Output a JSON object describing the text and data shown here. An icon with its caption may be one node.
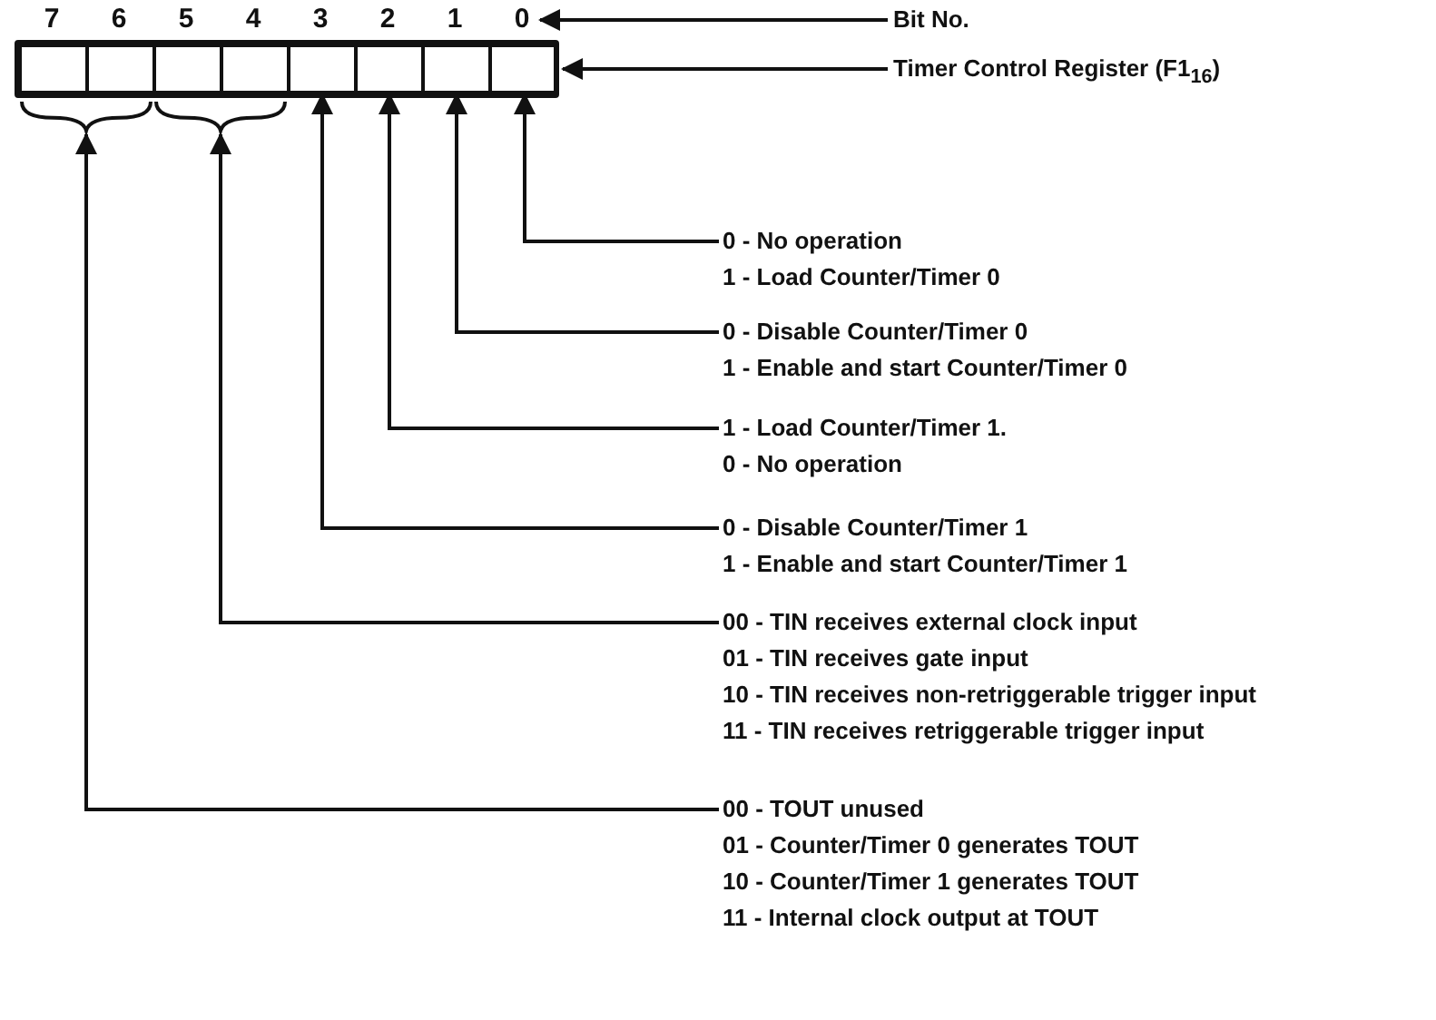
{
  "diagram": {
    "nodes": [
      {
        "text": [
          "7"
        ]
      },
      {
        "text": [
          "6"
        ]
      },
      {
        "text": [
          "5"
        ]
      },
      {
        "text": [
          "4"
        ]
      },
      {
        "text": [
          "3"
        ]
      },
      {
        "text": [
          "2"
        ]
      },
      {
        "text": [
          "1"
        ]
      },
      {
        "text": [
          "0"
        ]
      },
      {
        "text": [
          "Bit No."
        ]
      },
      {
        "text": [],
        "shape": "box"
      },
      {
        "text": [],
        "shape": "box",
        "in": 9
      },
      {
        "text": [],
        "shape": "box",
        "in": 9
      },
      {
        "text": [],
        "shape": "box",
        "in": 9
      },
      {
        "text": [],
        "shape": "box",
        "in": 9
      },
      {
        "text": [],
        "shape": "box",
        "in": 9
      },
      {
        "text": [],
        "shape": "box",
        "in": 9
      },
      {
        "text": [],
        "shape": "box",
        "in": 9
      },
      {
        "text": [],
        "shape": "box",
        "in": 9
      },
      {
        "text": [
          "Timer Control Register (F1$_{16}$)"
        ]
      },
      {
        "text": [],
        "shape": "brace"
      },
      {
        "text": [],
        "shape": "brace"
      },
      {
        "text": [
          "0 - No operation",
          "1 - Load Counter/Timer 0"
        ]
      },
      {
        "text": [
          "0 - Disable Counter/Timer 0",
          "1 - Enable and start Counter/Timer 0"
        ]
      },
      {
        "text": [
          "1 - Load Counter/Timer 1.",
          "0 - No operation"
        ]
      },
      {
        "text": [
          "0 - Disable Counter/Timer 1",
          "1 - Enable and start Counter/Timer 1"
        ]
      },
      {
        "text": [
          "00 - TIN receives external clock input",
          "01 - TIN receives gate input",
          "10 - TIN receives non-retriggerable trigger input",
          "11 - TIN receives retriggerable trigger input"
        ]
      },
      {
        "text": [
          "00 - TOUT unused",
          "01 - Counter/Timer 0 generates TOUT",
          "10 - Counter/Timer 1 generates TOUT",
          "11 - Internal clock output at TOUT"
        ]
      }
    ],
    "edges": [
      {
        "from": 8,
        "to": 7,
        "arrow": "to"
      },
      {
        "from": 18,
        "to": 9,
        "arrow": "to"
      },
      {
        "from": 21,
        "to": 17,
        "arrow": "to"
      },
      {
        "from": 22,
        "to": 16,
        "arrow": "to"
      },
      {
        "from": 23,
        "to": 15,
        "arrow": "to"
      },
      {
        "from": 24,
        "to": 14,
        "arrow": "to"
      },
      {
        "from": 25,
        "to": 20,
        "arrow": "to"
      },
      {
        "from": 26,
        "to": 19,
        "arrow": "to"
      }
    ]
  }
}
